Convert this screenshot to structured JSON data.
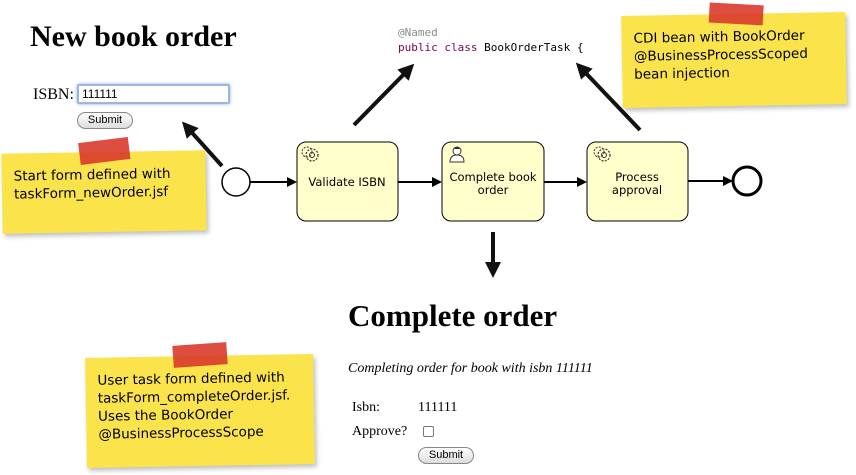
{
  "start_form": {
    "title": "New book order",
    "isbn_label": "ISBN:",
    "isbn_value": "111111",
    "submit_label": "Submit"
  },
  "code_snippet": {
    "annotation": "@Named",
    "keywords": "public class",
    "class_decl": " BookOrderTask {"
  },
  "process": {
    "tasks": [
      {
        "label_lines": [
          "Validate ISBN"
        ],
        "icon": "gear-icon"
      },
      {
        "label_lines": [
          "Complete book",
          "order"
        ],
        "icon": "user-icon"
      },
      {
        "label_lines": [
          "Process",
          "approval"
        ],
        "icon": "gear-icon"
      }
    ]
  },
  "notes": {
    "start_form_note": [
      "Start form defined with",
      "taskForm_newOrder.jsf"
    ],
    "cdi_note": [
      "CDI bean with BookOrder",
      "@BusinessProcessScoped",
      "bean injection"
    ],
    "user_task_note": [
      "User task form defined with",
      "taskForm_completeOrder.jsf.",
      "Uses the BookOrder",
      "@BusinessProcessScope"
    ]
  },
  "complete_form": {
    "title": "Complete order",
    "subtitle": "Completing order for book with isbn 111111",
    "isbn_label": "Isbn:",
    "isbn_value": "111111",
    "approve_label": "Approve?",
    "approve_checked": false,
    "submit_label": "Submit"
  },
  "colors": {
    "note_yellow": "#fbe34b",
    "tape_red": "#d93a2b",
    "task_fill": "#ffffcc",
    "keyword": "#7f0055"
  }
}
